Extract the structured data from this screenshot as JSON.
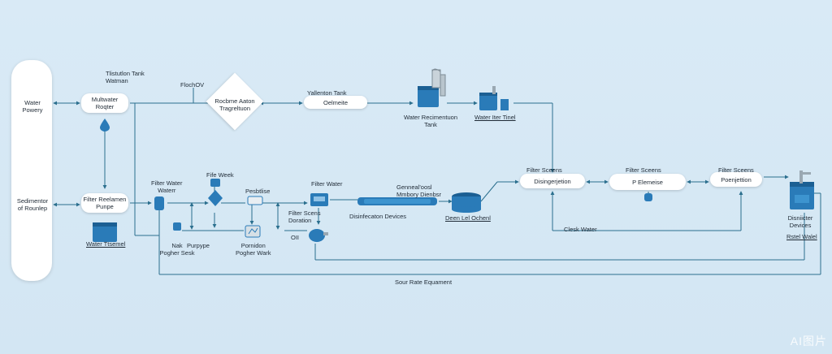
{
  "diagram": {
    "left_panel": {
      "top_label": "Water\nPowery",
      "bottom_label": "Sedimentor\nof Rounlep"
    },
    "labels": {
      "tank_header": "Tlistutlon Tank\nWatman",
      "floch": "FlochOV",
      "multiwater": "Multwater\nRoqter",
      "diamond": "Rocbme Aaton\nTragreltuon",
      "vall_tank_title": "Yallenton Tank",
      "vall_tank_body": "Oelmeite",
      "water_red": "Water Recimentuon\nTank",
      "water_filter": "Water Iter Tinel",
      "filter_reclaim": "Filter Reelamen\nPunpe",
      "water_tank_bottom": "Water Ttsemel",
      "filter_water_left": "Filter Water\nWaterr",
      "fife_week": "Fife Week",
      "pesbtlise": "Pesbtlise",
      "filter_water_mid": "Filter Water",
      "filter_scens_mid": "Filter Scens\nDoration",
      "oil": "OII",
      "nak": "Nak\nPogher Sesk",
      "purpype": "Purpype",
      "pornidon": "Pornidon\nPogher Wark",
      "disinfect_devices": "Disinfecaton Devices",
      "geneal": "Genneal'oosl\nMmbory Dienbsr",
      "deen_lel": "Deen Lel Ochenl",
      "filter_screens_1_title": "Filter Sceens",
      "filter_screens_1_body": "Disingerjetion",
      "filter_screens_2_title": "Filter Sceens",
      "filter_screens_2_body": "P Elemeise",
      "filter_screens_3_title": "Filter Sceens",
      "filter_screens_3_body": "Poenjettion",
      "clesk_water": "Clesk Water",
      "disniicter": "Disniicter\nDevices",
      "rstel_walel": "Rstel Walel",
      "sour_rate": "Sour Rate Equament"
    },
    "watermark": "AI图片",
    "colors": {
      "line": "#2b6f8e",
      "equipment": "#2a7bb8",
      "equipment_dark": "#1b5f93"
    }
  }
}
